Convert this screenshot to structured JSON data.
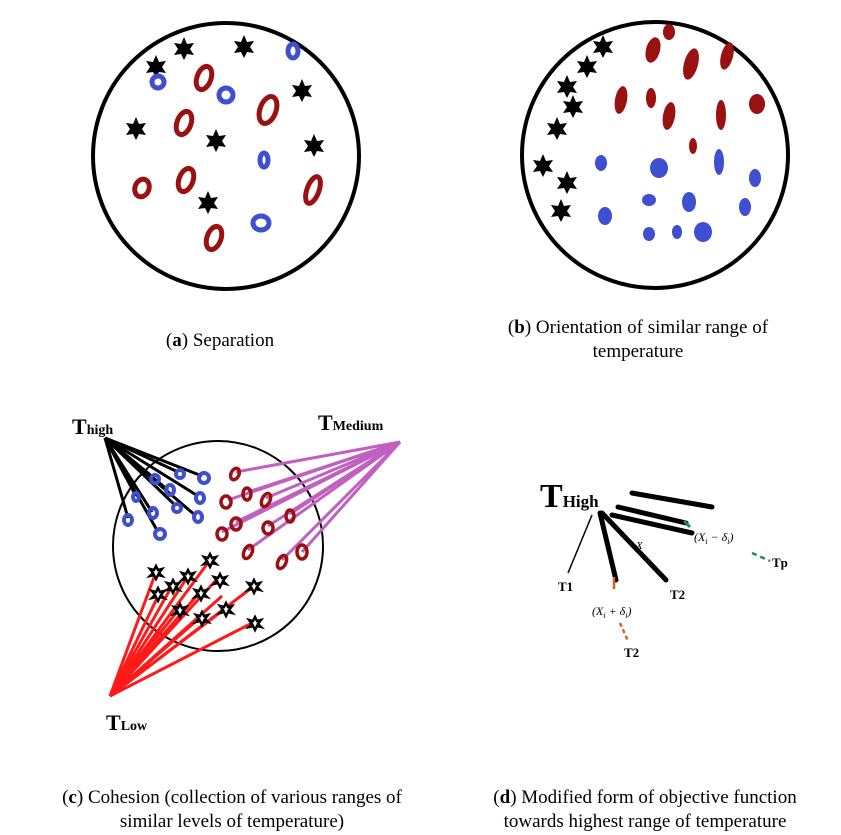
{
  "panels": {
    "a": {
      "letter": "a",
      "caption": "Separation"
    },
    "b": {
      "letter": "b",
      "caption_line1": "Orientation of similar range of",
      "caption_line2": "temperature"
    },
    "c": {
      "letter": "c",
      "caption_line1": "Cohesion (collection of various ranges of",
      "caption_line2": "similar levels of temperature)",
      "t_high": {
        "main": "T",
        "sub": "high"
      },
      "t_medium": {
        "main": "T",
        "sub": "Medium"
      },
      "t_low": {
        "main": "T",
        "sub": "Low"
      }
    },
    "d": {
      "letter": "d",
      "caption_line1": "Modified form of objective function",
      "caption_line2": "towards highest range of temperature",
      "t_high": {
        "main": "T",
        "sub": "High"
      },
      "labels": {
        "t1": "T1",
        "t2_right": "T2",
        "t2_bottom": "T2",
        "tp": "Tp",
        "x": "X"
      }
    }
  },
  "colors": {
    "black": "#000000",
    "blue": "#3f4fd0",
    "red": "#9b1010",
    "purple": "#c060c0",
    "bright_red": "#ff1a1a",
    "orange": "#d86020",
    "teal": "#1a8a5a"
  }
}
